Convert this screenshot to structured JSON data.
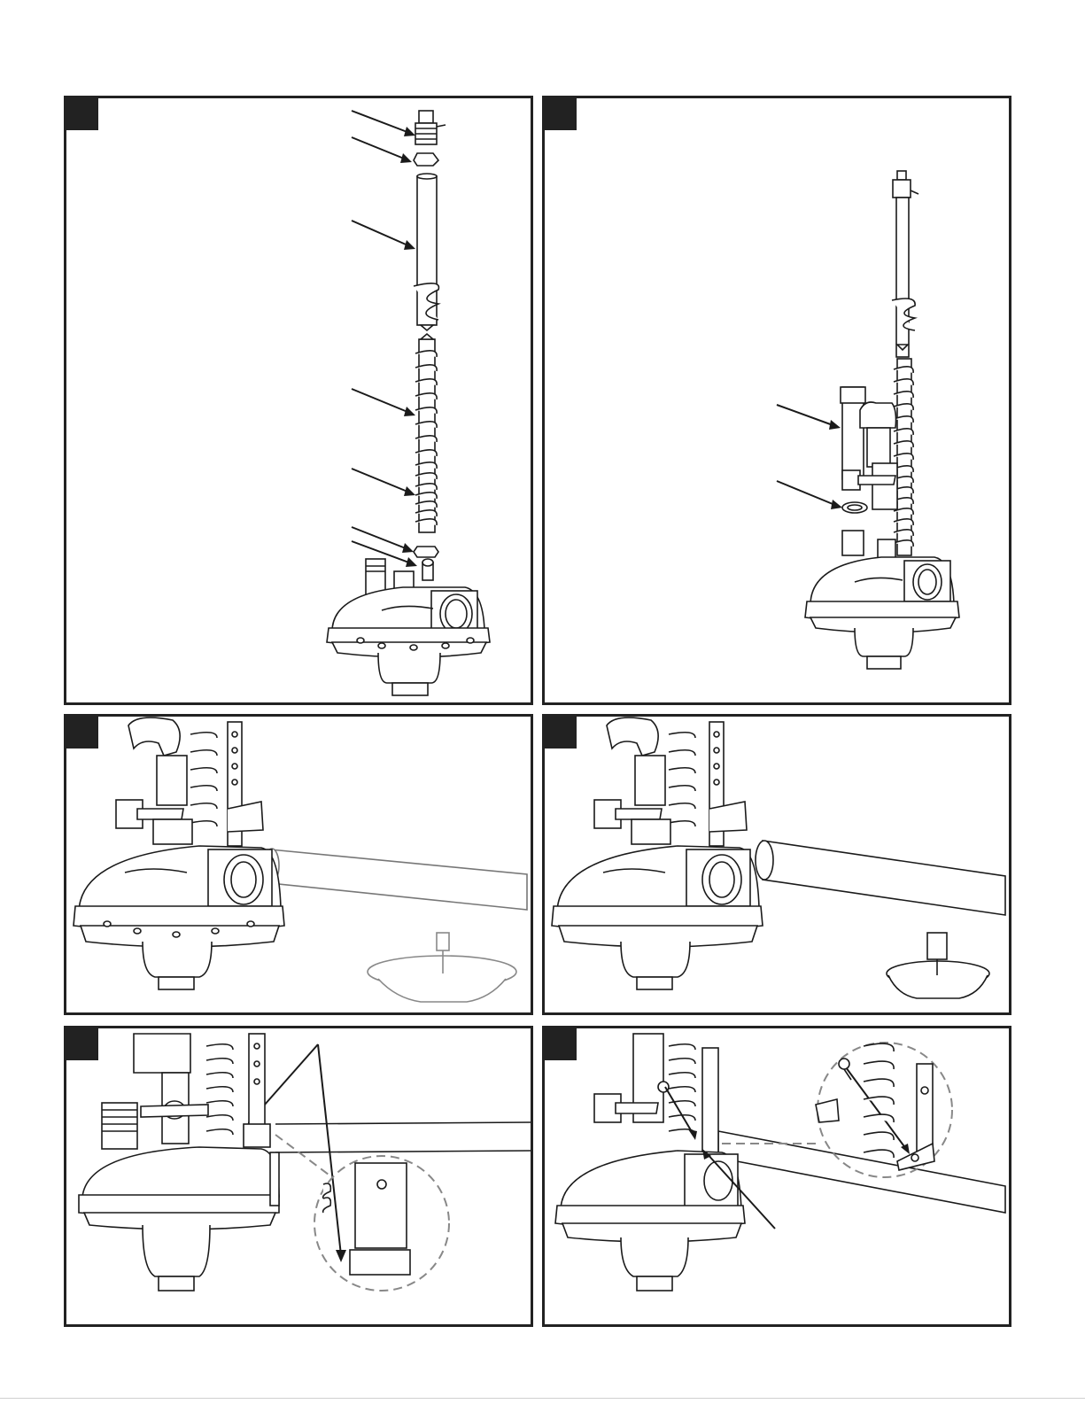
{
  "document": {
    "type": "installation-instruction-sheet",
    "panels": [
      {
        "id": "panel-1",
        "tab": "",
        "subject": "exploded-fill-valve-assembly"
      },
      {
        "id": "panel-2",
        "tab": "",
        "subject": "fill-valve-with-shutoff-valve-and-washer"
      },
      {
        "id": "panel-3",
        "tab": "",
        "subject": "valve-on-bracket-with-tube-and-floor-plate"
      },
      {
        "id": "panel-4",
        "tab": "",
        "subject": "valve-on-bracket-with-tube-and-mounted-plate"
      },
      {
        "id": "panel-5",
        "tab": "",
        "subject": "bracket-clip-detail-callout"
      },
      {
        "id": "panel-6",
        "tab": "",
        "subject": "screw-fastening-detail-callout"
      }
    ]
  },
  "colors": {
    "line": "#1a1a1a",
    "tab": "#222222",
    "dash": "#888888",
    "light": "#bdbdbd"
  }
}
